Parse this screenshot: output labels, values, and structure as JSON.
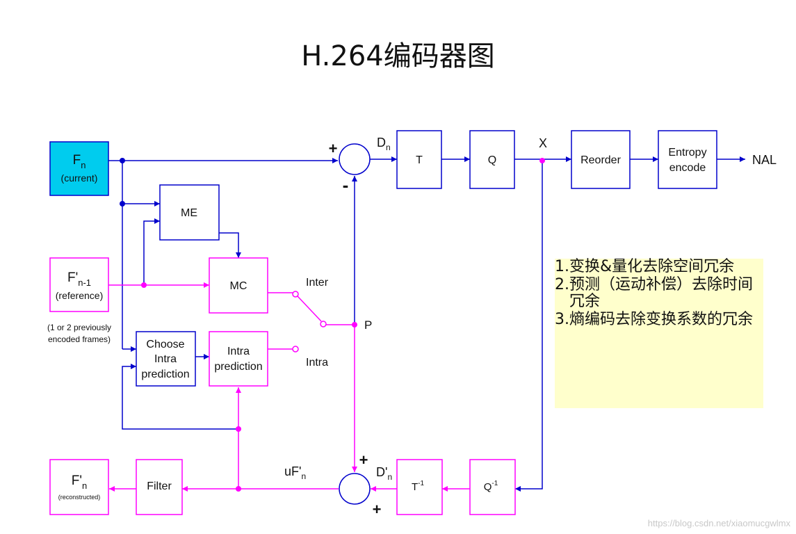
{
  "title": "H.264编码器图",
  "blocks": {
    "fn": {
      "line1": "F",
      "line1_sub": "n",
      "line2": "(current)"
    },
    "fref": {
      "line1": "F'",
      "line1_sub": "n-1",
      "line2": "(reference)"
    },
    "fref_note": {
      "line1": "(1 or 2 previously",
      "line2": "encoded frames)"
    },
    "me": "ME",
    "mc": "MC",
    "choose_intra": {
      "line1": "Choose",
      "line2": "Intra",
      "line3": "prediction"
    },
    "intra_pred": {
      "line1": "Intra",
      "line2": "prediction"
    },
    "t": "T",
    "q": "Q",
    "reorder": "Reorder",
    "entropy": {
      "line1": "Entropy",
      "line2": "encode"
    },
    "tinv": {
      "base": "T",
      "sup": "-1"
    },
    "qinv": {
      "base": "Q",
      "sup": "-1"
    },
    "filter": "Filter",
    "frecon": {
      "line1": "F'",
      "line1_sub": "n",
      "line2": "(reconstructed)"
    }
  },
  "labels": {
    "plus_top": "+",
    "minus_top": "-",
    "dn": {
      "base": "D",
      "sub": "n"
    },
    "x": "X",
    "nal": "NAL",
    "inter": "Inter",
    "intra": "Intra",
    "p": "P",
    "plus_bot_top": "+",
    "plus_bot_bottom": "+",
    "dn_prime": {
      "base": "D'",
      "sub": "n"
    },
    "ufn": {
      "base": "uF'",
      "sub": "n"
    }
  },
  "notes": [
    {
      "num": "1.",
      "text": "变换&量化去除空间冗余"
    },
    {
      "num": "2.",
      "text": "预测（运动补偿）去除时间冗余"
    },
    {
      "num": "3.",
      "text": "熵编码去除变换系数的冗余"
    }
  ],
  "watermark": "https://blog.csdn.net/xiaomucgwlmx",
  "colors": {
    "forward": "#0000cc",
    "feedback": "#ff00ff",
    "current_fill": "#00ccee",
    "notes_bg": "#ffffcc"
  }
}
